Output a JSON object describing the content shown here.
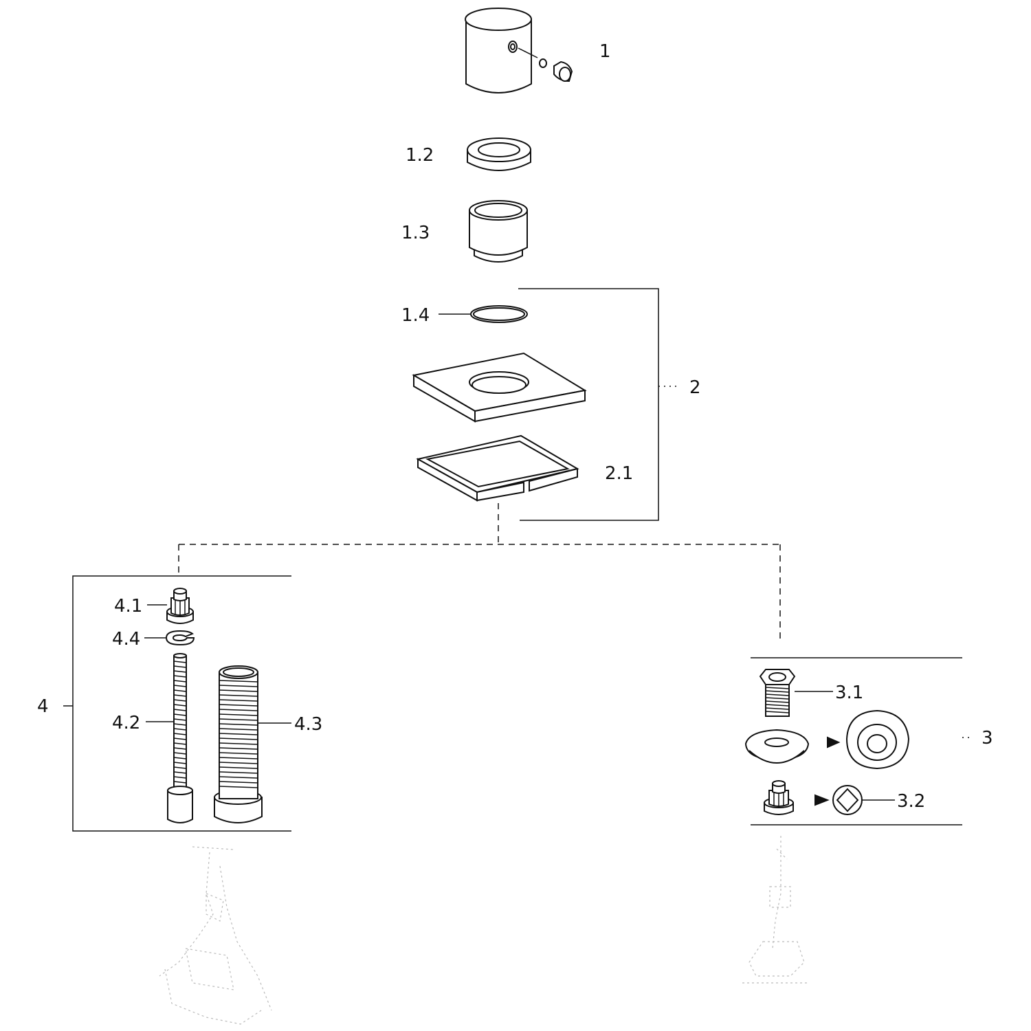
{
  "labels": {
    "part_1": "1",
    "part_1_2": "1.2",
    "part_1_3": "1.3",
    "part_1_4": "1.4",
    "part_2": "2",
    "part_2_1": "2.1",
    "part_3": "3",
    "part_3_1": "3.1",
    "part_3_2": "3.2",
    "part_4": "4",
    "part_4_1": "4.1",
    "part_4_2": "4.2",
    "part_4_3": "4.3",
    "part_4_4": "4.4"
  },
  "icons": {
    "arrow": "right-pointing-triangle"
  },
  "colors": {
    "line": "#111111",
    "background": "#ffffff"
  }
}
